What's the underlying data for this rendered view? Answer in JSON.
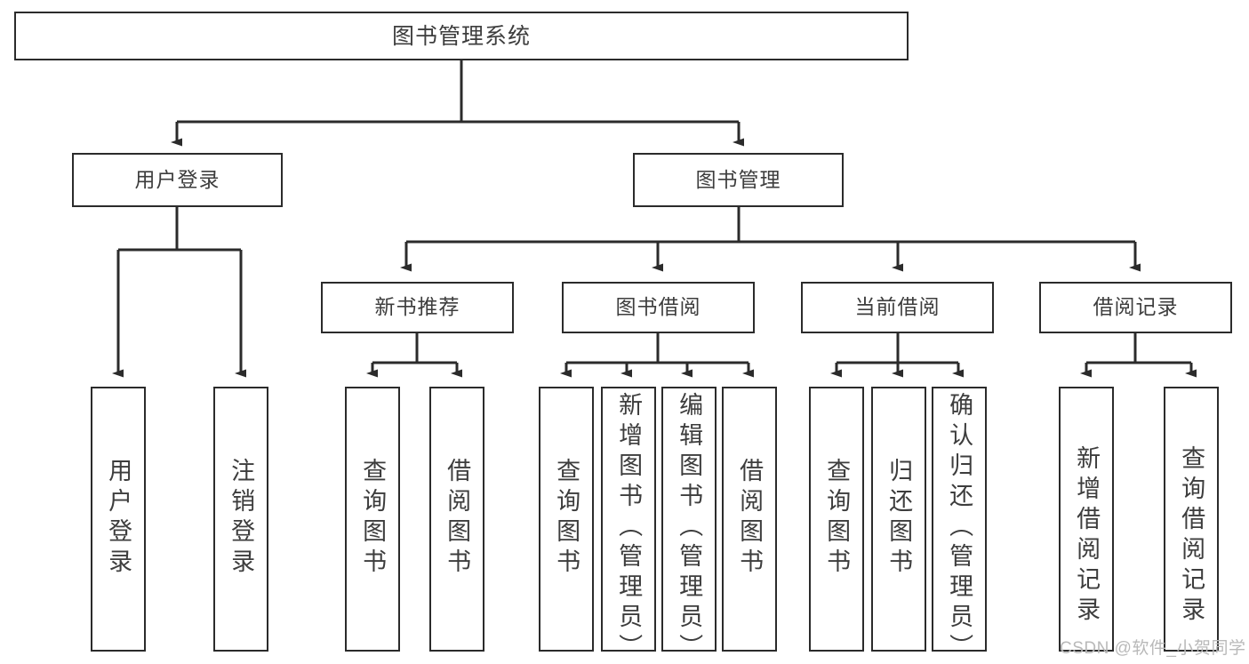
{
  "diagram": {
    "title": "图书管理系统",
    "type": "tree-hierarchy",
    "root": {
      "id": "root",
      "label": "图书管理系统"
    },
    "level1": [
      {
        "id": "user-login",
        "label": "用户登录"
      },
      {
        "id": "book-manage",
        "label": "图书管理"
      }
    ],
    "level2": [
      {
        "id": "new-book-rec",
        "label": "新书推荐",
        "parent": "book-manage"
      },
      {
        "id": "book-borrow",
        "label": "图书借阅",
        "parent": "book-manage"
      },
      {
        "id": "current-borrow",
        "label": "当前借阅",
        "parent": "book-manage"
      },
      {
        "id": "borrow-record",
        "label": "借阅记录",
        "parent": "book-manage"
      }
    ],
    "leaves": [
      {
        "id": "leaf-user-login",
        "label": "用户登录",
        "parent": "user-login"
      },
      {
        "id": "leaf-logout",
        "label": "注销登录",
        "parent": "user-login"
      },
      {
        "id": "leaf-query-book-1",
        "label": "查询图书",
        "parent": "new-book-rec"
      },
      {
        "id": "leaf-borrow-book-1",
        "label": "借阅图书",
        "parent": "new-book-rec"
      },
      {
        "id": "leaf-query-book-2",
        "label": "查询图书",
        "parent": "book-borrow"
      },
      {
        "id": "leaf-add-book",
        "label": "新增图书（管理员）",
        "parent": "book-borrow"
      },
      {
        "id": "leaf-edit-book",
        "label": "编辑图书（管理员）",
        "parent": "book-borrow"
      },
      {
        "id": "leaf-borrow-book-2",
        "label": "借阅图书",
        "parent": "book-borrow"
      },
      {
        "id": "leaf-query-book-3",
        "label": "查询图书",
        "parent": "current-borrow"
      },
      {
        "id": "leaf-return-book",
        "label": "归还图书",
        "parent": "current-borrow"
      },
      {
        "id": "leaf-confirm-return",
        "label": "确认归还（管理员）",
        "parent": "current-borrow"
      },
      {
        "id": "leaf-add-record",
        "label": "新增借阅记录",
        "parent": "borrow-record"
      },
      {
        "id": "leaf-query-record",
        "label": "查询借阅记录",
        "parent": "borrow-record"
      }
    ]
  },
  "watermark": {
    "text": "CSDN @软件_小贺同学"
  },
  "colors": {
    "stroke": "#2b2b2b",
    "text": "#3d3d3d",
    "background": "#ffffff",
    "watermark": "#b9b9b9"
  }
}
